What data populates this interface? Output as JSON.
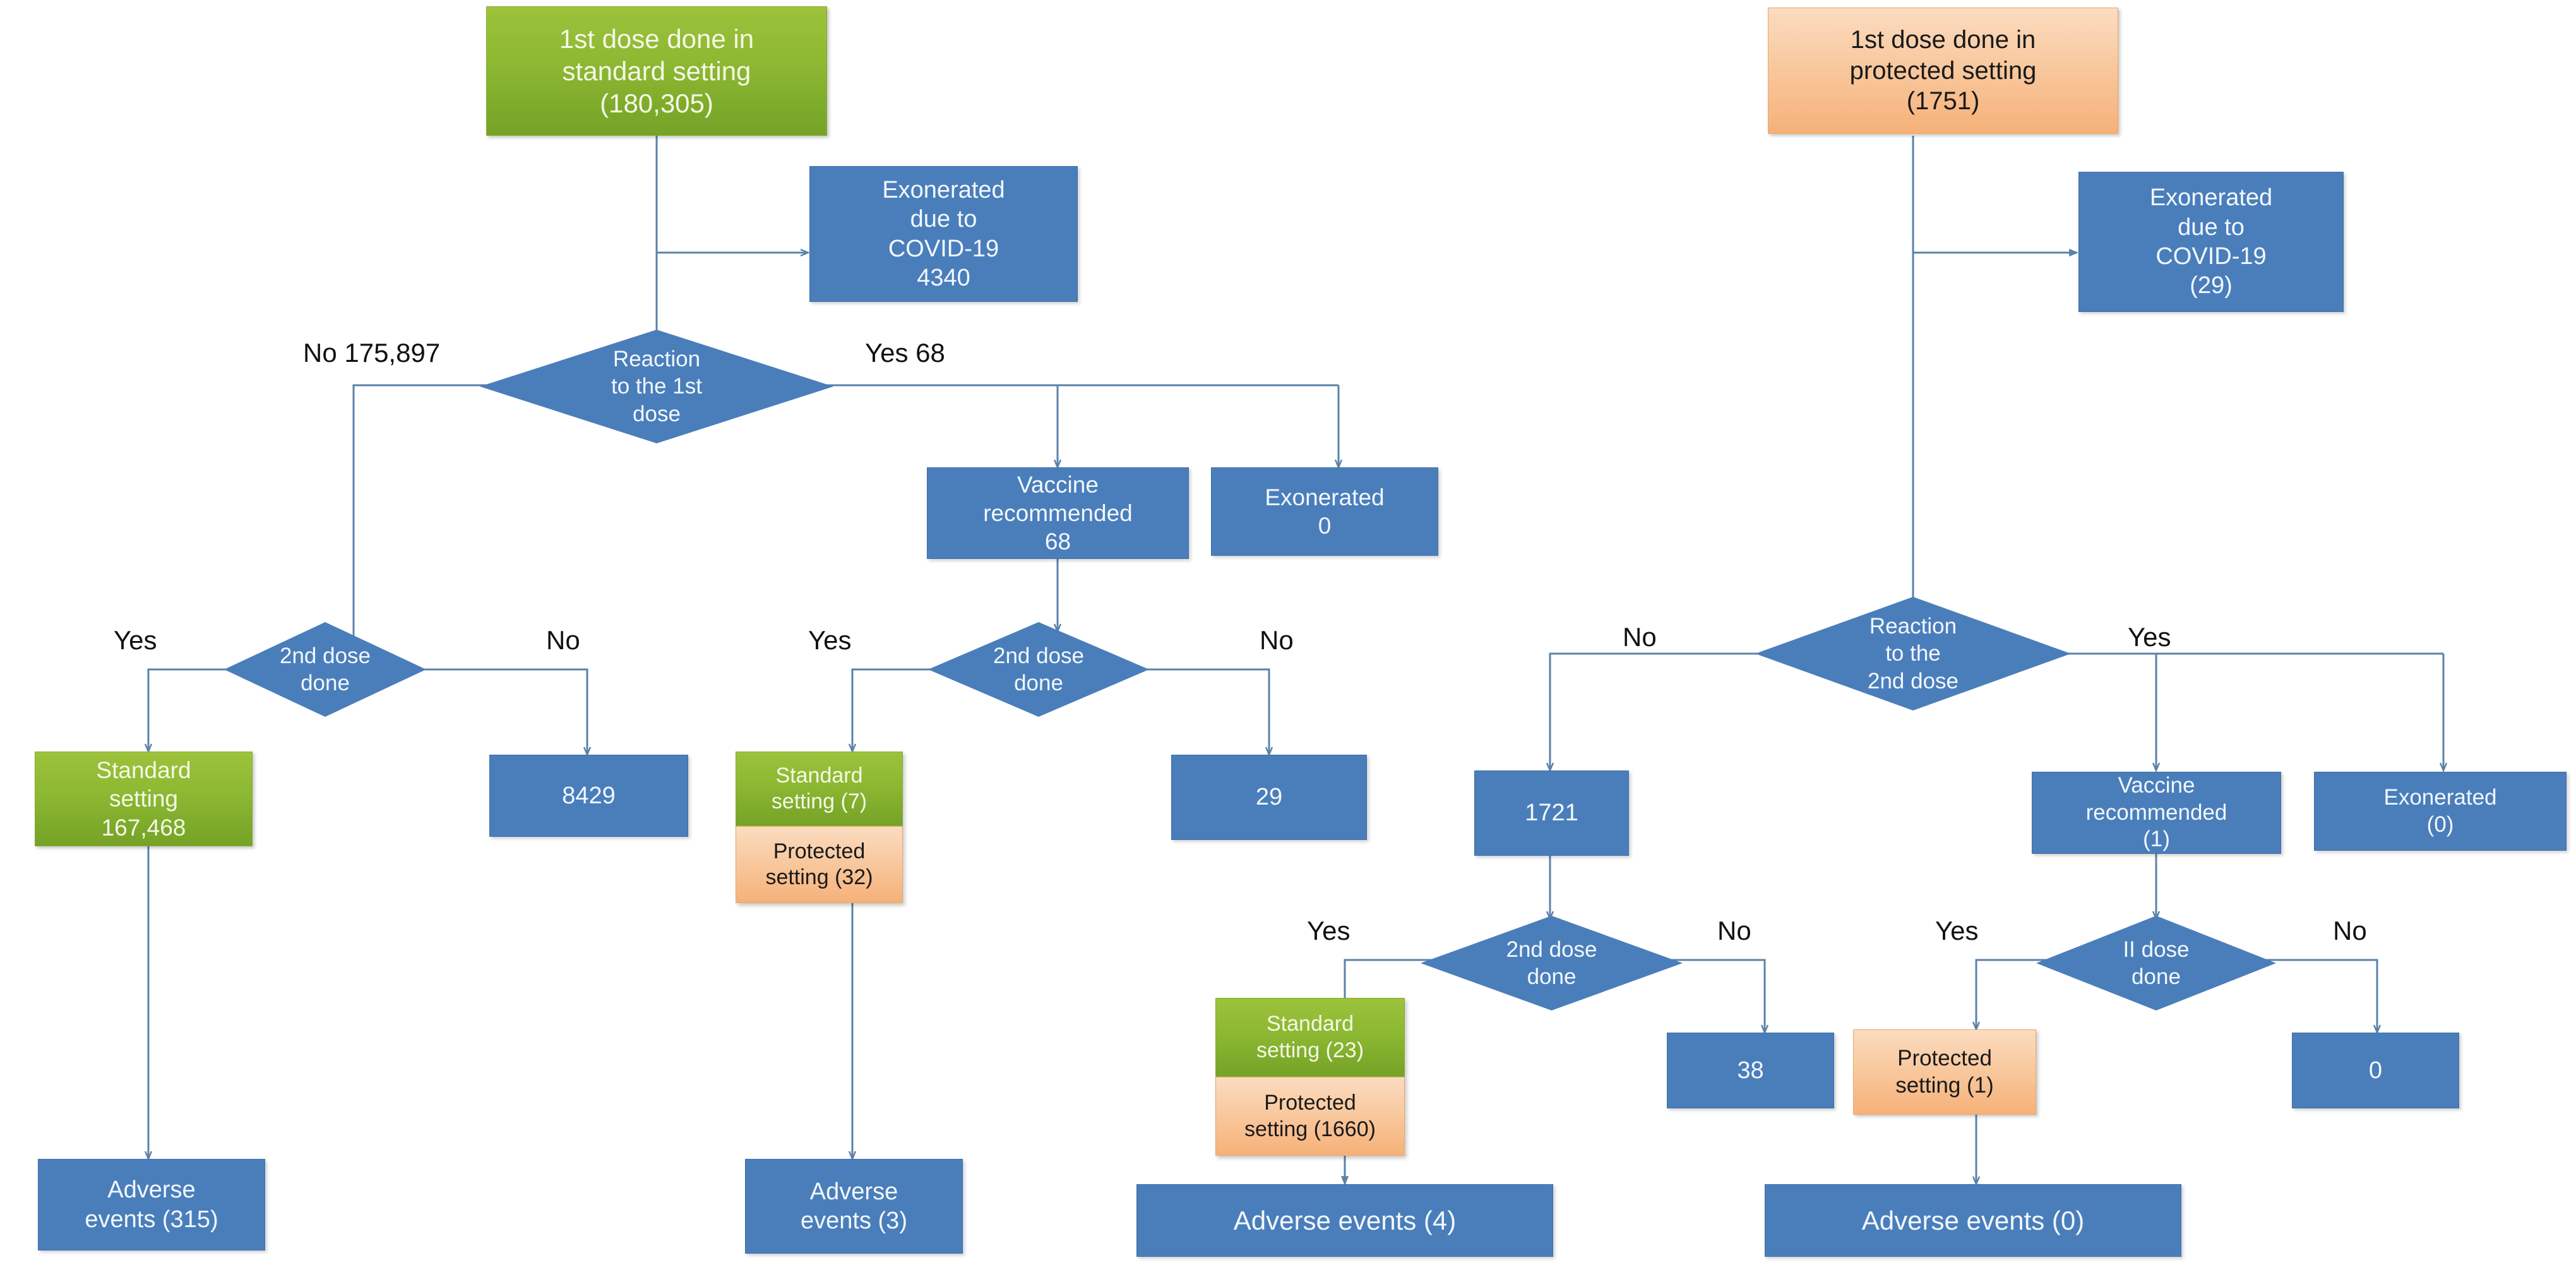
{
  "diagram": {
    "title": "Vaccination follow-up flowchart",
    "colors": {
      "blue": "#4A7EBB",
      "green": "#8CB832",
      "orange": "#F8C79C",
      "connector": "#5B82A8",
      "label_text": "#111111",
      "background": "#FFFFFF"
    },
    "branches": {
      "standard": "standard setting branch",
      "protected": "protected setting branch"
    }
  },
  "nodes": {
    "root_standard": "1st dose done in\nstandard setting\n(180,305)",
    "exonerated_covid_standard": "Exonerated\ndue to\nCOVID-19\n4340",
    "reaction_first_dose": "Reaction\nto the 1st\ndose",
    "vaccine_recommended_68": "Vaccine\nrecommended\n68",
    "exonerated_0": "Exonerated\n0",
    "second_dose_done_left": "2nd dose\ndone",
    "standard_setting_167468": "Standard\nsetting\n167,468",
    "no_8429": "8429",
    "second_dose_done_mid": "2nd dose\ndone",
    "standard_setting_7": "Standard\nsetting (7)",
    "protected_setting_32": "Protected\nsetting (32)",
    "no_29": "29",
    "adverse_events_315": "Adverse\nevents (315)",
    "adverse_events_3": "Adverse\nevents (3)",
    "root_protected": "1st dose done in\nprotected setting\n(1751)",
    "exonerated_covid_protected": "Exonerated\ndue to\nCOVID-19\n(29)",
    "reaction_second_dose": "Reaction\nto the\n2nd dose",
    "count_1721": "1721",
    "vaccine_recommended_1": "Vaccine\nrecommended\n(1)",
    "exonerated_0_paren": "Exonerated\n(0)",
    "second_dose_done_right": "2nd dose\ndone",
    "standard_setting_23": "Standard\nsetting (23)",
    "protected_setting_1660": "Protected\nsetting (1660)",
    "no_38": "38",
    "ii_dose_done": "II dose\ndone",
    "protected_setting_1": "Protected\nsetting (1)",
    "no_0": "0",
    "adverse_events_4": "Adverse events (4)",
    "adverse_events_0": "Adverse events (0)"
  },
  "edge_labels": {
    "no_175897": "No 175,897",
    "yes_68": "Yes 68",
    "yes_left": "Yes",
    "no_left": "No",
    "yes_mid": "Yes",
    "no_mid": "No",
    "no_right_reaction": "No",
    "yes_right_reaction": "Yes",
    "yes_right_second": "Yes",
    "no_right_second": "No",
    "yes_ii_dose": "Yes",
    "no_ii_dose": "No"
  }
}
